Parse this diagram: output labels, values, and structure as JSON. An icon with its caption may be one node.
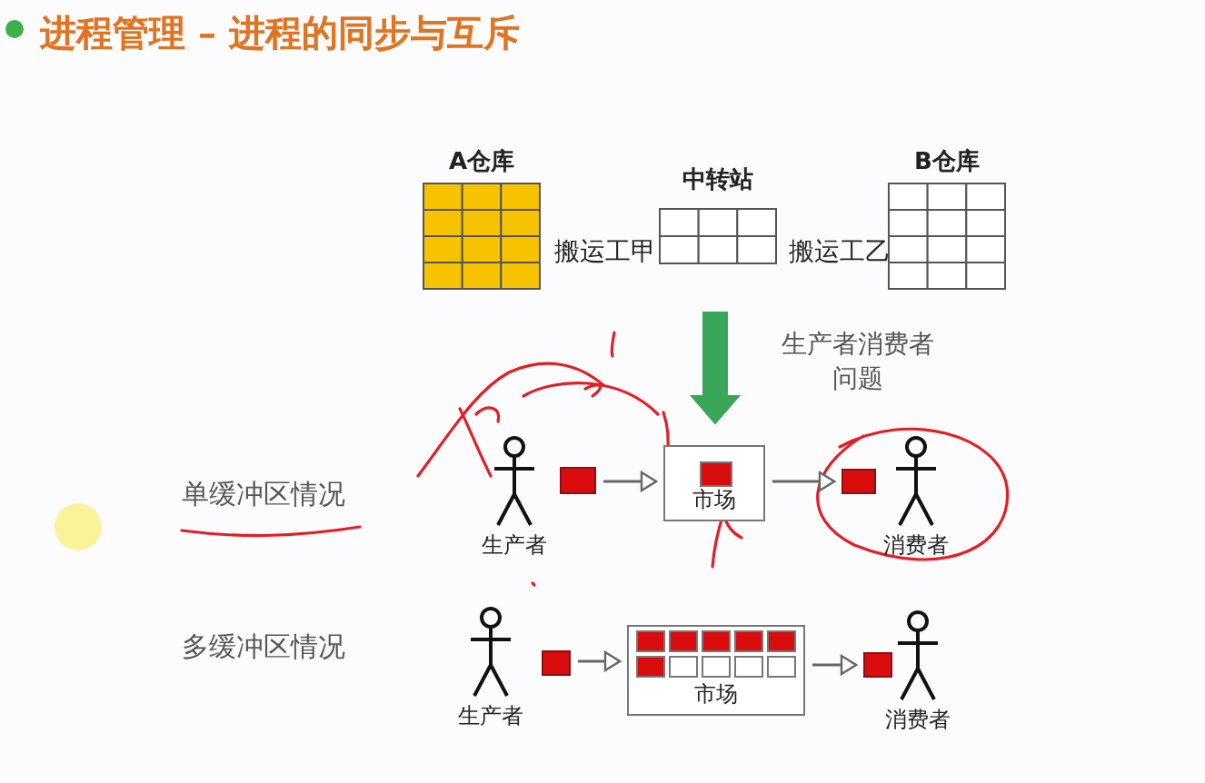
{
  "diagram": {
    "title": "进程管理 – 进程的同步与互斥",
    "nodes": [
      {
        "text": [
          "A仓库"
        ]
      },
      {
        "text": [
          "中转站"
        ]
      },
      {
        "text": [
          "B仓库"
        ]
      },
      {
        "text": [
          "生产者"
        ]
      },
      {
        "text": [],
        "shape": "box"
      },
      {
        "text": [
          "市场"
        ]
      },
      {
        "text": [],
        "shape": "box"
      },
      {
        "text": [
          "消费者"
        ]
      },
      {
        "text": [
          "生产者"
        ]
      },
      {
        "text": [],
        "shape": "box"
      },
      {
        "text": [
          "市场"
        ]
      },
      {
        "text": [],
        "shape": "box"
      },
      {
        "text": [
          "消费者"
        ]
      }
    ],
    "edges": [
      {
        "from": 1,
        "to": 5,
        "arrow": "to",
        "style": "thick",
        "color": "#3aa65a"
      },
      {
        "from": 4,
        "to": 5,
        "arrow": "to"
      },
      {
        "from": 5,
        "to": 6,
        "arrow": "to"
      },
      {
        "from": 9,
        "to": 10,
        "arrow": "to"
      },
      {
        "from": 10,
        "to": 11,
        "arrow": "to"
      }
    ],
    "labels": [
      "搬运工甲",
      "搬运工乙",
      "生产者消费者问题",
      "单缓冲区情况",
      "多缓冲区情况"
    ]
  }
}
